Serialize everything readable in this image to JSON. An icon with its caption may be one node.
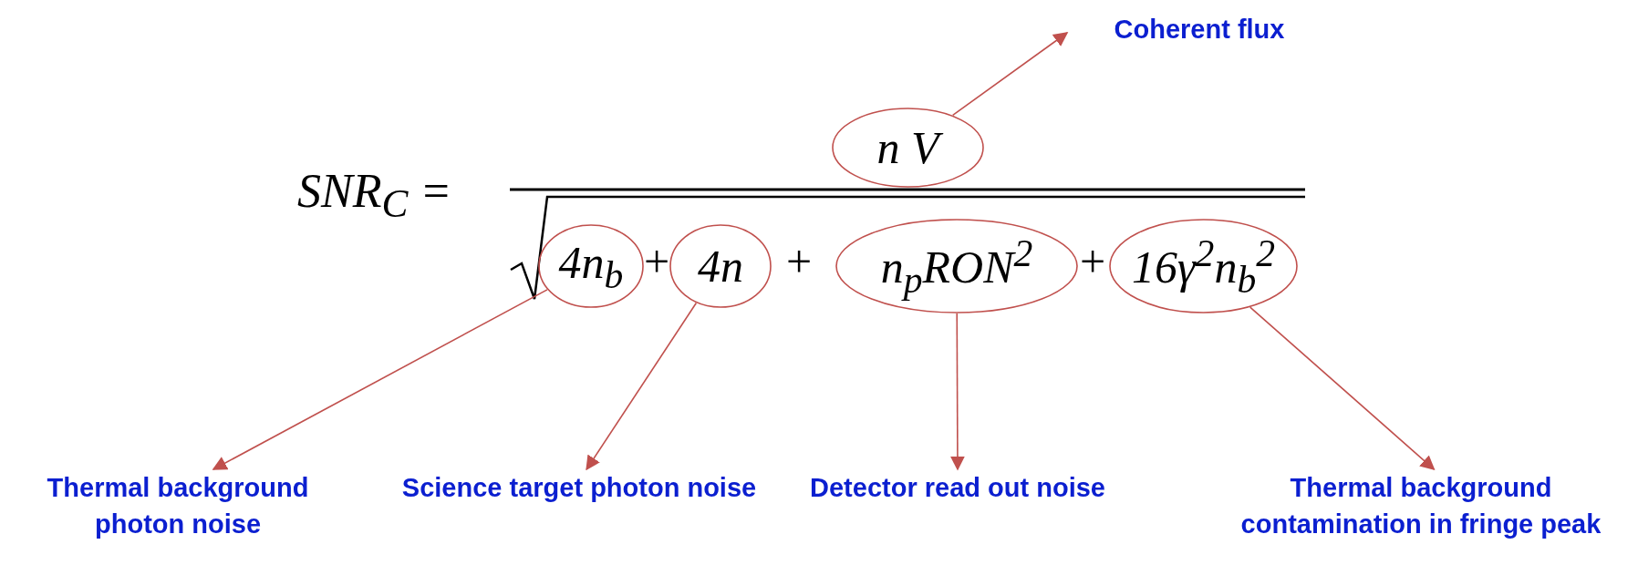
{
  "diagram": {
    "nodes": [
      {
        "text": [
          "n V"
        ]
      },
      {
        "text": [
          "Coherent flux"
        ]
      },
      {
        "text": [
          "4n$_{b}$"
        ]
      },
      {
        "text": [
          "4n"
        ]
      },
      {
        "text": [
          "n$_{p}$RON$^{2}$"
        ]
      },
      {
        "text": [
          "16γ$^{2}$n$_{b}$$^{2}$"
        ]
      },
      {
        "text": [
          "Thermal background photon noise"
        ]
      },
      {
        "text": [
          "Science target photon noise"
        ]
      },
      {
        "text": [
          "Detector read out noise"
        ]
      },
      {
        "text": [
          "Thermal background contamination in fringe peak"
        ]
      }
    ],
    "edges": [
      {
        "from": 0,
        "to": 1,
        "arrow": "to"
      },
      {
        "from": 2,
        "to": 6,
        "arrow": "to"
      },
      {
        "from": 3,
        "to": 7,
        "arrow": "to"
      },
      {
        "from": 4,
        "to": 8,
        "arrow": "to"
      },
      {
        "from": 5,
        "to": 9,
        "arrow": "to"
      }
    ],
    "labels": [
      "SNR$_{C}$ =",
      "+",
      "+",
      "+"
    ]
  }
}
